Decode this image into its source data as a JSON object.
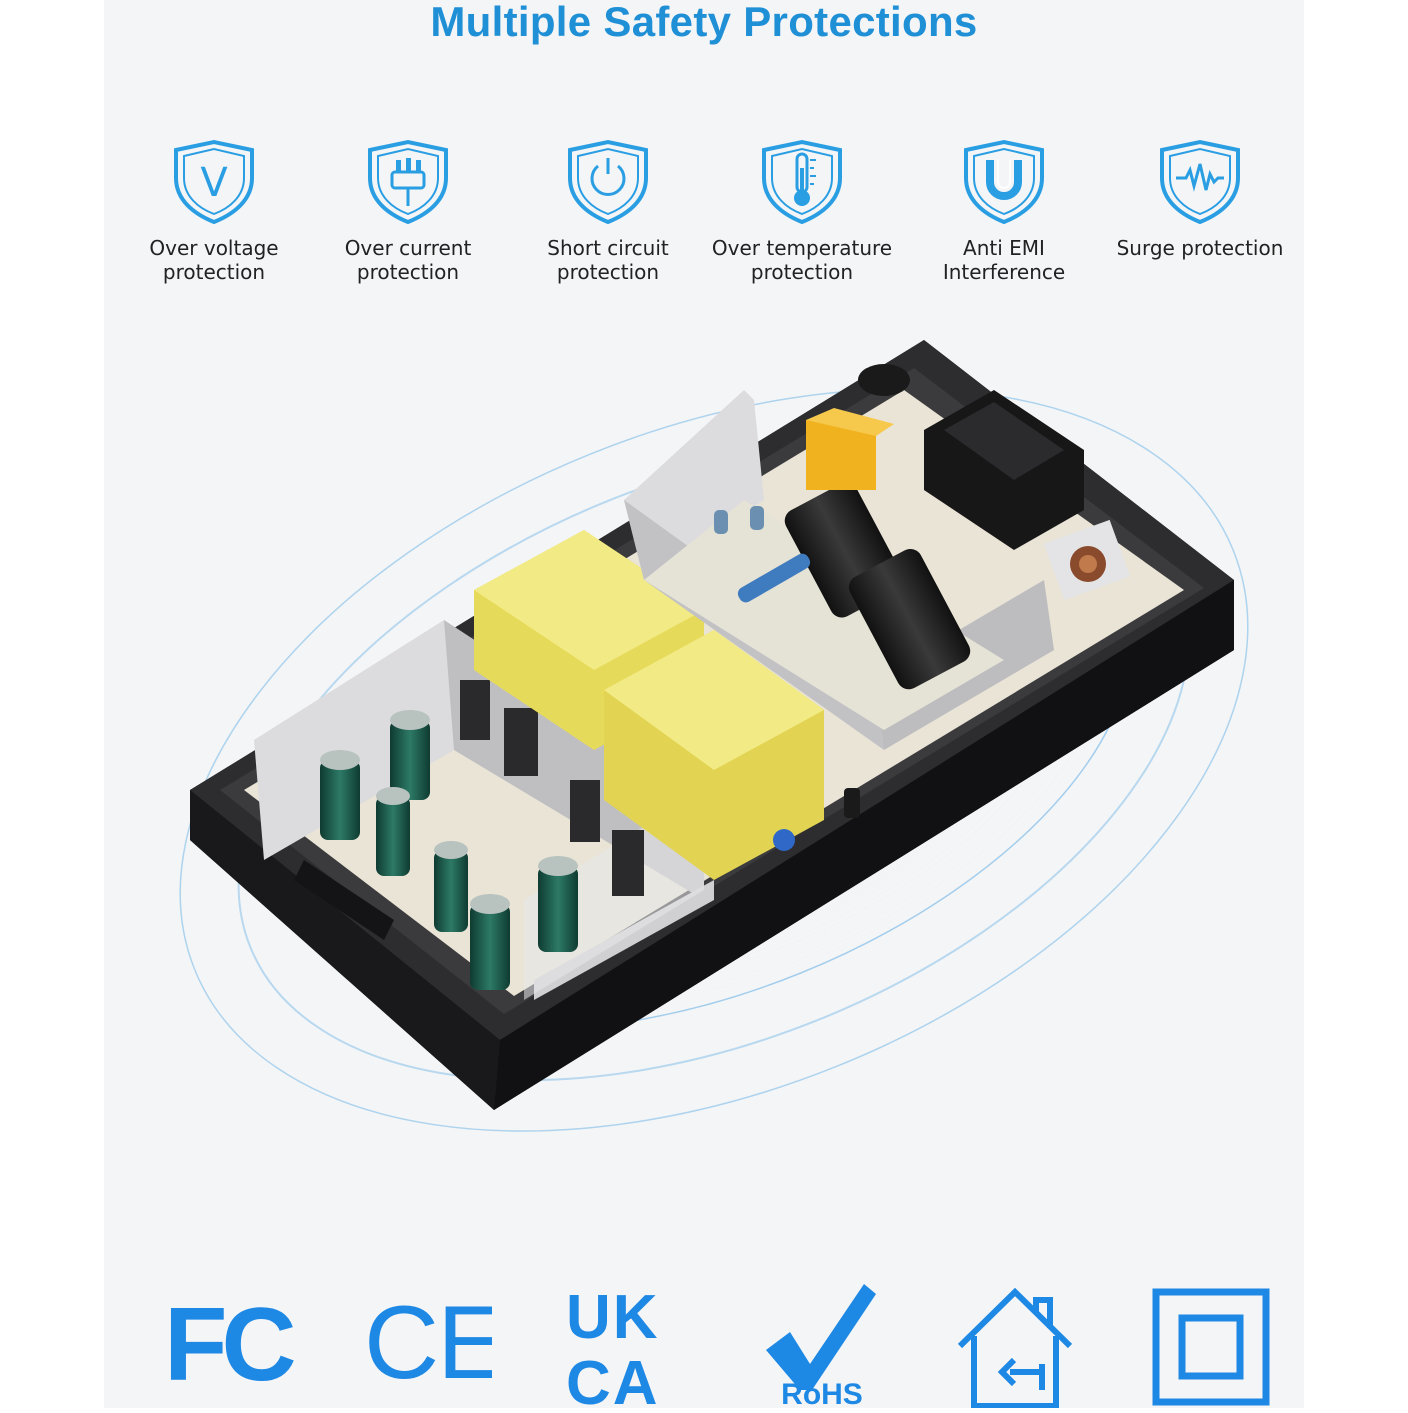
{
  "title": "Multiple Safety Protections",
  "features": [
    {
      "label": "Over voltage\nprotection",
      "icon": "v-shield-icon"
    },
    {
      "label": "Over current\nprotection",
      "icon": "plug-shield-icon"
    },
    {
      "label": "Short circuit\nprotection",
      "icon": "power-shield-icon"
    },
    {
      "label": "Over temperature\nprotection",
      "icon": "thermometer-shield-icon"
    },
    {
      "label": "Anti EMI\nInterference",
      "icon": "magnet-shield-icon"
    },
    {
      "label": "Surge protection",
      "icon": "waveform-shield-icon"
    }
  ],
  "certifications": {
    "fcc": "FC",
    "ce": "CE",
    "ukca_top": "UK",
    "ukca_bottom": "CA",
    "rohs": "RoHS",
    "indoor_use": "indoor-use-house-icon",
    "class2": "class-ii-double-square-icon"
  },
  "colors": {
    "accent": "#1f8fd6",
    "icon_blue": "#2a9ee3",
    "cert_blue": "#1e88e5",
    "panel_bg": "#f4f5f7",
    "case_black": "#2a2a2c",
    "transformer_yellow": "#eee36a",
    "capacitor_green": "#1f5f4f"
  }
}
